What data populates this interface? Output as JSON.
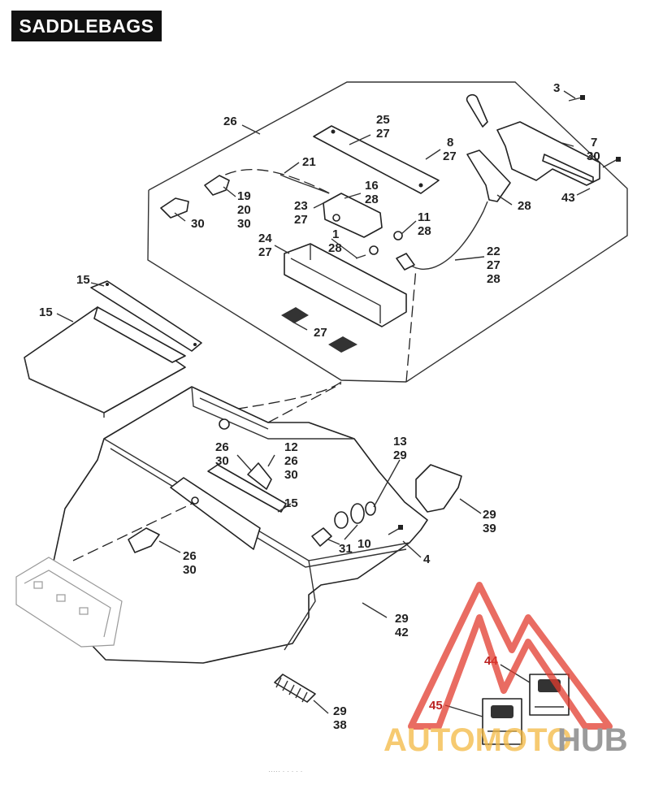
{
  "title": "SADDLEBAGS",
  "callouts": {
    "c3": "3",
    "c26a": "26",
    "c25": "25",
    "c27a": "27",
    "c8": "8",
    "c27b": "27",
    "c7": "7",
    "c30a": "30",
    "c43": "43",
    "c28a": "28",
    "c21": "21",
    "c16": "16",
    "c28b": "28",
    "c23": "23",
    "c27c": "27",
    "c19": "19",
    "c20": "20",
    "c30b": "30",
    "c30c": "30",
    "c11": "11",
    "c28c": "28",
    "c1": "1",
    "c28d": "28",
    "c24": "24",
    "c27d": "27",
    "c22": "22",
    "c27e": "27",
    "c28e": "28",
    "c15a": "15",
    "c15b": "15",
    "c27f": "27",
    "c13": "13",
    "c29a": "29",
    "c26b": "26",
    "c30d": "30",
    "c12": "12",
    "c26c": "26",
    "c30e": "30",
    "c15c": "15",
    "c29b": "29",
    "c39": "39",
    "c31": "31",
    "c10": "10",
    "c4": "4",
    "c26d": "26",
    "c30f": "30",
    "c29c": "29",
    "c42": "42",
    "c44": "44",
    "c45": "45",
    "c29d": "29",
    "c38": "38"
  },
  "watermark": {
    "text_a": "AUTOMOTO",
    "text_b": "HUB",
    "color_red": "#e23b2e",
    "color_orange": "#f4b942",
    "color_grey": "#7a7a7a"
  },
  "footer_text": "·····  ·  ·  ·  ·  ·"
}
